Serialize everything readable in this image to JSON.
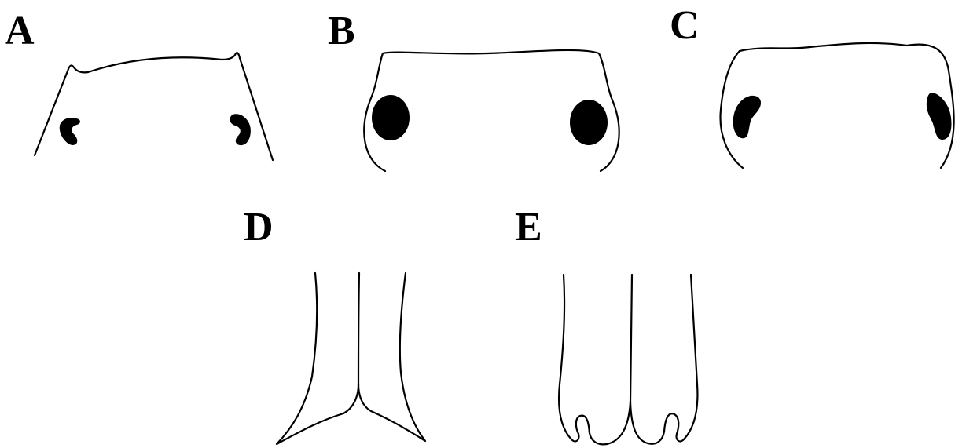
{
  "panels": {
    "a": {
      "label": "A"
    },
    "b": {
      "label": "B"
    },
    "c": {
      "label": "C"
    },
    "d": {
      "label": "D"
    },
    "e": {
      "label": "E"
    }
  },
  "colors": {
    "ink": "#000000",
    "background": "#ffffff"
  }
}
